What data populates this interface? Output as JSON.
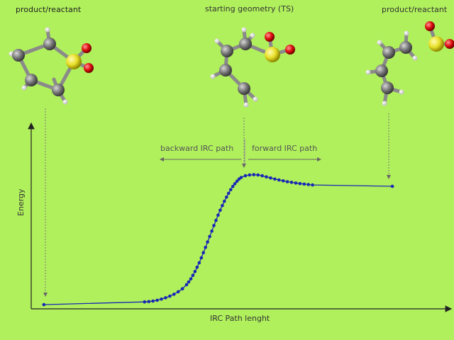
{
  "labels": {
    "left_structure": "product/reactant",
    "middle_structure": "starting geometry (TS)",
    "right_structure": "product/reactant",
    "backward_path": "backward IRC path",
    "forward_path": "forward IRC path",
    "y_axis": "Energy",
    "x_axis": "IRC Path lenght"
  },
  "colors": {
    "background": "#b0f05c",
    "curve": "#1a28b4",
    "axis": "#222222",
    "carbon": "#7a7a7a",
    "hydrogen": "#f2f2f2",
    "sulfur": "#e8e02a",
    "oxygen": "#e01010"
  },
  "chart_data": {
    "type": "line",
    "xlabel": "IRC Path lenght",
    "ylabel": "Energy",
    "grid": false,
    "ts_x": 0.53,
    "points": [
      [
        0.03,
        0.01
      ],
      [
        0.27,
        0.03
      ],
      [
        0.28,
        0.032
      ],
      [
        0.29,
        0.036
      ],
      [
        0.3,
        0.042
      ],
      [
        0.31,
        0.05
      ],
      [
        0.32,
        0.06
      ],
      [
        0.33,
        0.072
      ],
      [
        0.34,
        0.086
      ],
      [
        0.35,
        0.104
      ],
      [
        0.36,
        0.126
      ],
      [
        0.37,
        0.156
      ],
      [
        0.375,
        0.176
      ],
      [
        0.38,
        0.198
      ],
      [
        0.385,
        0.224
      ],
      [
        0.39,
        0.252
      ],
      [
        0.395,
        0.283
      ],
      [
        0.4,
        0.316
      ],
      [
        0.405,
        0.352
      ],
      [
        0.41,
        0.39
      ],
      [
        0.415,
        0.428
      ],
      [
        0.42,
        0.468
      ],
      [
        0.425,
        0.508
      ],
      [
        0.43,
        0.548
      ],
      [
        0.435,
        0.588
      ],
      [
        0.44,
        0.626
      ],
      [
        0.445,
        0.664
      ],
      [
        0.45,
        0.7
      ],
      [
        0.455,
        0.734
      ],
      [
        0.46,
        0.766
      ],
      [
        0.465,
        0.796
      ],
      [
        0.47,
        0.824
      ],
      [
        0.475,
        0.85
      ],
      [
        0.48,
        0.874
      ],
      [
        0.485,
        0.894
      ],
      [
        0.49,
        0.912
      ],
      [
        0.495,
        0.928
      ],
      [
        0.5,
        0.94
      ],
      [
        0.51,
        0.952
      ],
      [
        0.52,
        0.958
      ],
      [
        0.53,
        0.96
      ],
      [
        0.54,
        0.958
      ],
      [
        0.55,
        0.952
      ],
      [
        0.56,
        0.944
      ],
      [
        0.57,
        0.936
      ],
      [
        0.58,
        0.928
      ],
      [
        0.59,
        0.921
      ],
      [
        0.6,
        0.915
      ],
      [
        0.61,
        0.909
      ],
      [
        0.62,
        0.904
      ],
      [
        0.63,
        0.899
      ],
      [
        0.64,
        0.895
      ],
      [
        0.65,
        0.891
      ],
      [
        0.66,
        0.888
      ],
      [
        0.67,
        0.885
      ],
      [
        0.86,
        0.875
      ]
    ]
  }
}
